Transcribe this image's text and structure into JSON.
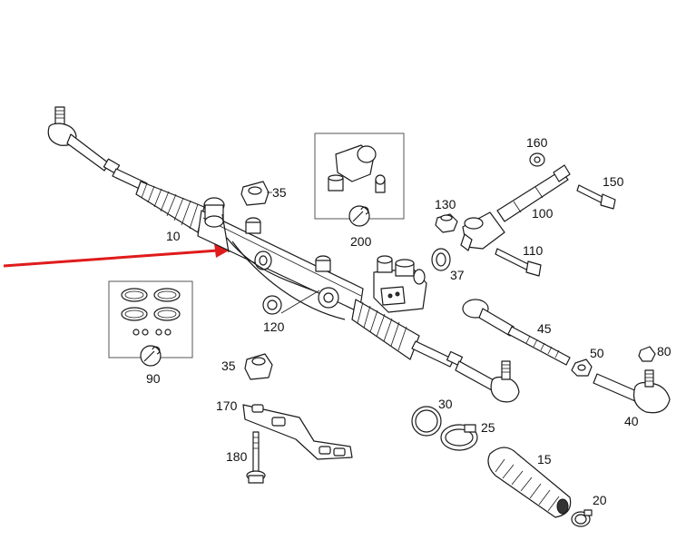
{
  "labels": {
    "p10": "10",
    "p15": "15",
    "p20": "20",
    "p25": "25",
    "p30": "30",
    "p35a": "35",
    "p35b": "35",
    "p37": "37",
    "p40": "40",
    "p45": "45",
    "p50": "50",
    "p80": "80",
    "p90": "90",
    "p100": "100",
    "p110": "110",
    "p120": "120",
    "p130": "130",
    "p150": "150",
    "p160": "160",
    "p170": "170",
    "p180": "180",
    "p200": "200"
  },
  "colors": {
    "arrow": "#e01b1b",
    "ink": "#1a1a1a"
  },
  "icons": [
    "wrench-icon",
    "wrench-icon"
  ]
}
